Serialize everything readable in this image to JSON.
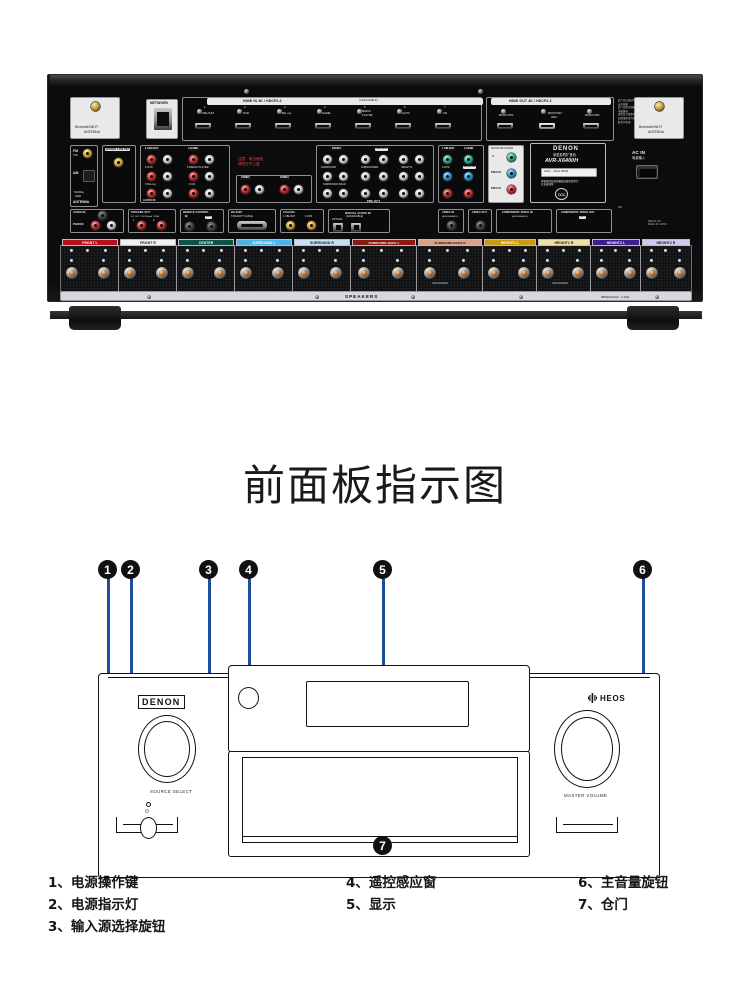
{
  "page": {
    "title": "前面板指示图",
    "device_model": "AVR-X6400H",
    "brand": "DENON"
  },
  "rear_panel": {
    "brand": "DENON",
    "model": "AVR-X6400H",
    "model_cn": "家庭影院扩音机",
    "antenna_left_label": "Bluetooth/Wi-Fi\nANTENNA",
    "antenna_right_label": "Bluetooth/Wi-Fi\nANTENNA",
    "antenna_left_l1": "Bluetooth/Wi-Fi",
    "antenna_left_l2": "ANTENNA",
    "antenna_right_l1": "Bluetooth/Wi-Fi",
    "antenna_right_l2": "ANTENNA",
    "network_label": "NETWORK",
    "hdmi_in_label": "HDMI IN  4K / HDCP2.2",
    "hdmi_in_sub": "(ASSIGNABLE)",
    "hdmi_out_label": "HDMI OUT  4K / HDCP2.2",
    "hdmi_in_ports": [
      {
        "num": "1",
        "name": "CBL/SAT"
      },
      {
        "num": "2",
        "name": "DVD"
      },
      {
        "num": "3",
        "name": "Blu-ray"
      },
      {
        "num": "4",
        "name": "GAME"
      },
      {
        "num": "5",
        "name": "MEDIA PLAYER"
      },
      {
        "num": "6",
        "name": "AUX2"
      },
      {
        "num": "7",
        "name": "CD"
      }
    ],
    "hdmi_out_ports": [
      {
        "name": "MONITOR1"
      },
      {
        "name": "MONITOR2 / ARC"
      },
      {
        "name": "MONITOR3"
      }
    ],
    "fm_label": "FM",
    "fm_sub": "75Ω",
    "am_label": "AM",
    "antenna_word": "ANTENNA",
    "signal_gnd": "SIGNAL GND",
    "denon_link": "Denon Link HD",
    "audio_in_label": "AUDIO IN",
    "phono_label": "PHONO",
    "trigger_out": "TRIGGER OUT",
    "trigger_sub": "DC OUT 12V/150mA TOTAL",
    "remote_control": "REMOTE CONTROL",
    "remote_in": "IN",
    "remote_out": "OUT",
    "rs232c": "RS-232C",
    "rs232c_sub": "STRAIGHT CABLE",
    "coaxial_label": "COAXIAL",
    "digital_audio": "DIGITAL AUDIO IN",
    "digital_audio_sub": "(ASSIGNABLE)",
    "optical_label": "OPTICAL",
    "pre_out": "PRE OUT",
    "video_in": "VIDEO IN",
    "video_out": "VIDEO OUT",
    "component_in": "COMPONENT VIDEO IN",
    "component_in_sub": "(ASSIGNABLE)",
    "component_out": "COMPONENT VIDEO OUT",
    "zone2": "ZONE2",
    "zone3": "ZONE3",
    "ac_in": "AC IN",
    "ac_in_cn": "电源输入",
    "ccc_mark": "CCC",
    "warning_cn_l1": "注意：电击危险，",
    "warning_cn_l2": "请勿打开上盖",
    "speakers_word": "SPEAKERS",
    "impedance_note": "IMPEDANCE : 4-16Ω",
    "assignable_note": "ASSIGNABLE",
    "speaker_terminals": [
      {
        "label": "FRONT L",
        "color": "#b4121c",
        "text": "#ffffff"
      },
      {
        "label": "FRONT R",
        "color": "#f0f0f0",
        "text": "#111111"
      },
      {
        "label": "CENTER",
        "color": "#0d5348",
        "text": "#ffffff"
      },
      {
        "label": "SURROUND L",
        "color": "#4db4e8",
        "text": "#ffffff"
      },
      {
        "label": "SURROUND R",
        "color": "#c8dff0",
        "text": "#111111"
      },
      {
        "label": "SURROUND BACK L",
        "color": "#8c1a14",
        "text": "#ffffff"
      },
      {
        "label": "SURROUND BACK R",
        "color": "#d9a08a",
        "text": "#111111"
      },
      {
        "label": "HEIGHT1 L",
        "color": "#c99a12",
        "text": "#ffffff"
      },
      {
        "label": "HEIGHT1 R",
        "color": "#ece0a8",
        "text": "#111111"
      },
      {
        "label": "HEIGHT2 L",
        "color": "#3b1f8f",
        "text": "#ffffff"
      },
      {
        "label": "HEIGHT2 R",
        "color": "#d4c8ef",
        "text": "#111111"
      }
    ],
    "pre_out_groups": [
      "FRONT",
      "CENTER",
      "SURROUND",
      "SUBWOOFER",
      "HEIGHT1",
      "SURROUND BACK"
    ]
  },
  "front_panel": {
    "brand_logo": "DENON",
    "heos_logo": "HEOS",
    "source_select_caption": "SOURCE SELECT",
    "master_volume_caption": "MASTER VOLUME",
    "power_symbol": "⏻",
    "callouts": [
      {
        "num": "1"
      },
      {
        "num": "2"
      },
      {
        "num": "3"
      },
      {
        "num": "4"
      },
      {
        "num": "5"
      },
      {
        "num": "6"
      },
      {
        "num": "7"
      }
    ]
  },
  "legend": {
    "columns": [
      {
        "items": [
          "1、电源操作键",
          "2、电源指示灯",
          "3、输入源选择旋钮"
        ]
      },
      {
        "items": [
          "4、遥控感应窗",
          "5、显示"
        ]
      },
      {
        "items": [
          "6、主音量旋钮",
          "7、仓门"
        ]
      }
    ]
  },
  "colors": {
    "leader_blue": "#1b4f9c",
    "bubble_black": "#111111",
    "background": "#ffffff",
    "text": "#151515"
  }
}
